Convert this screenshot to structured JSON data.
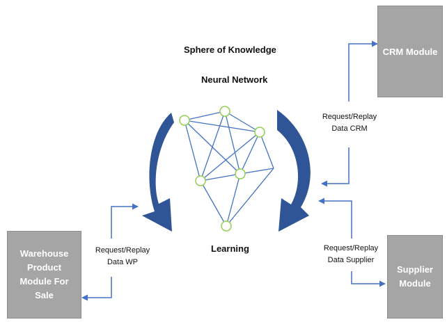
{
  "colors": {
    "module_fill": "#a5a5a5",
    "module_text": "#ffffff",
    "connector": "#4472c4",
    "curved_arrow": "#2f5597",
    "node_stroke": "#92d050",
    "network_edge": "#4472c4"
  },
  "headings": {
    "sphere": "Sphere of Knowledge",
    "neural": "Neural Network",
    "learning": "Learning"
  },
  "modules": {
    "crm": [
      "CRM Module"
    ],
    "warehouse": [
      "Warehouse",
      "Product",
      "Module For",
      "Sale"
    ],
    "supplier": [
      "Supplier",
      "Module"
    ]
  },
  "labels": {
    "crm": [
      "Request/Replay",
      "Data CRM"
    ],
    "wp": [
      "Request/Replay",
      "Data WP"
    ],
    "supplier": [
      "Request/Replay",
      "Data Supplier"
    ]
  }
}
